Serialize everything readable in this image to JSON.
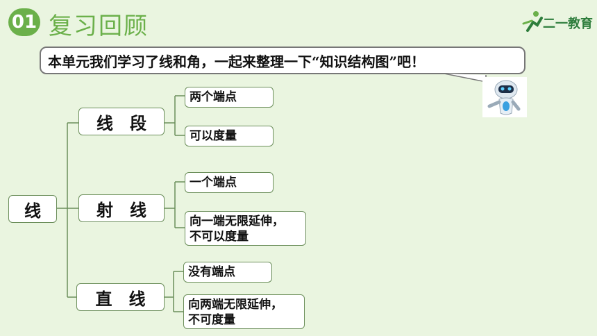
{
  "header": {
    "number": "01",
    "title": "复习回顾",
    "logo_text": "二一教育"
  },
  "speech": {
    "text": "本单元我们学习了线和角，一起来整理一下“知识结构图”吧！"
  },
  "diagram": {
    "root": "线",
    "branches": [
      {
        "label": "线　段",
        "children": [
          "两个端点",
          "可以度量"
        ]
      },
      {
        "label": "射　线",
        "children": [
          "一个端点",
          "向一端无限延伸，\n不可以度量"
        ]
      },
      {
        "label": "直　线",
        "children": [
          "没有端点",
          "向两端无限延伸，\n不可度量"
        ]
      }
    ]
  },
  "colors": {
    "background": "#eaf5e0",
    "accent": "#6bb04a",
    "connector": "#6b8e5a"
  }
}
